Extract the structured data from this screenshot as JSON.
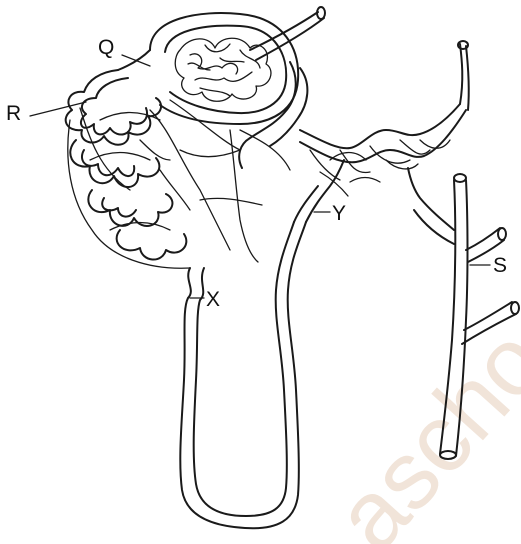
{
  "figure": {
    "labels": {
      "q": "Q",
      "r": "R",
      "s": "S",
      "x": "X",
      "y": "Y"
    },
    "watermark": "aschool"
  }
}
